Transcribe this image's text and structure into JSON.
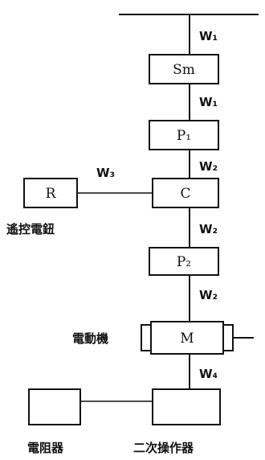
{
  "blocks": {
    "sm": "Sm",
    "p1": "P₁",
    "c": "C",
    "r": "R",
    "p2": "P₂",
    "m": "M"
  },
  "wires": {
    "w1_top": "W₁",
    "w1_mid": "W₁",
    "w2_a": "W₂",
    "w3": "W₃",
    "w2_b": "W₂",
    "w2_c": "W₂",
    "w4": "W₄"
  },
  "captions": {
    "remote_key": "遙控電鈕",
    "motor": "電動機",
    "resistor": "電阻器",
    "secondary_controller": "二次操作器"
  }
}
